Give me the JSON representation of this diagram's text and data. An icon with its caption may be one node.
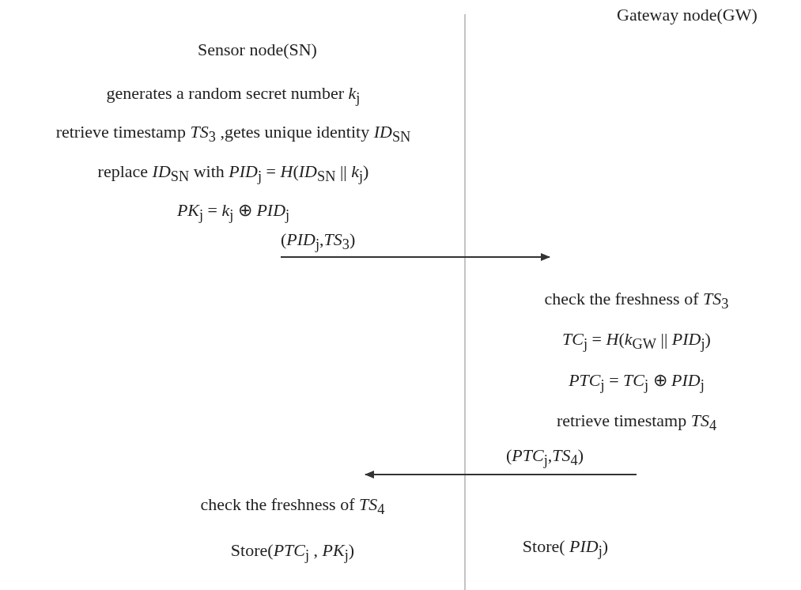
{
  "diagram": {
    "nodes": [
      {
        "text": [
          "generates a random secret number *k*$_{j}$",
          "retrieve  timestamp *TS*$_{3}$ ,getes unique identity *ID*$_{SN}$",
          "replace *ID*$_{SN}$ with *PID*$_{j}$ = *H*(*ID*$_{SN}$ || *k*$_{j}$)",
          "*PK*$_{j}$ = *k*$_{j}$ ⊕ *PID*$_{j}$"
        ]
      },
      {
        "text": [
          "check the freshness of *TS*$_{3}$",
          "*TC*$_{j}$ = *H*(*k*$_{GW}$ || *PID*$_{j}$)",
          "*PTC*$_{j}$ = *TC*$_{j}$ ⊕ *PID*$_{j}$",
          "retrieve  timestamp *TS*$_{4}$"
        ]
      },
      {
        "text": [
          "check the freshness of *TS*$_{4}$",
          "Store(*PTC*$_{j}$ , *PK*$_{j}$)"
        ]
      },
      {
        "text": [
          "Store( *PID*$_{j}$)"
        ]
      }
    ],
    "edges": [
      {
        "from": 0,
        "to": 1,
        "arrow": "to",
        "label": "(*PID*$_{j}$,*TS*$_{3}$)"
      },
      {
        "from": 1,
        "to": 2,
        "arrow": "to",
        "label": "(*PTC*$_{j}$,*TS*$_{4}$)"
      }
    ],
    "labels": [
      "Gateway node(GW)",
      "Sensor node(SN)"
    ]
  }
}
